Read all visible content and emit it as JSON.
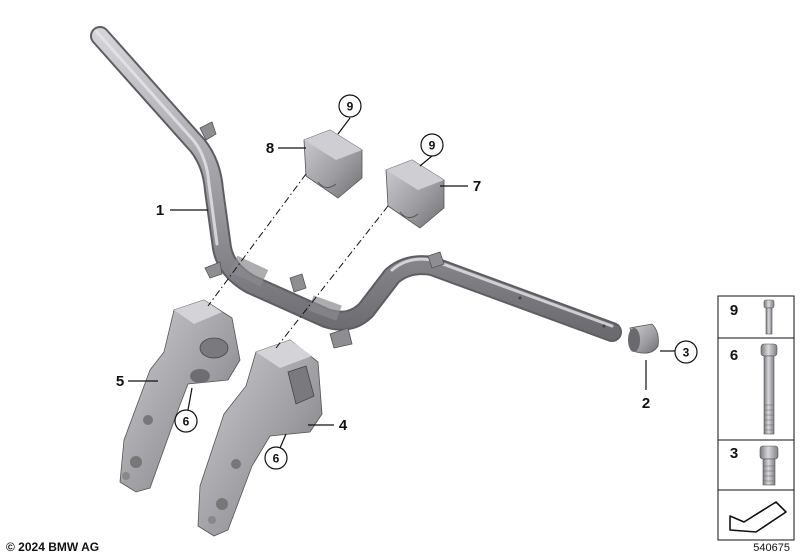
{
  "callouts": {
    "handlebar": "1",
    "end_cap": "2",
    "screw_small": "3",
    "riser_right": "4",
    "riser_left": "5",
    "screw_mid_left": "6",
    "screw_mid_right": "6",
    "clamp_right": "7",
    "clamp_left": "8",
    "screw_top_left": "9",
    "screw_top_right": "9",
    "screw_end": "3"
  },
  "legend": {
    "items": [
      {
        "number": "9"
      },
      {
        "number": "6"
      },
      {
        "number": "3"
      }
    ]
  },
  "footer": {
    "copyright": "© 2024 BMW AG",
    "diagram_id": "540675"
  },
  "colors": {
    "part_fill": "#9a9a9e",
    "part_highlight": "#c8c8cc",
    "part_shadow": "#6e6e72",
    "line": "#111111"
  }
}
